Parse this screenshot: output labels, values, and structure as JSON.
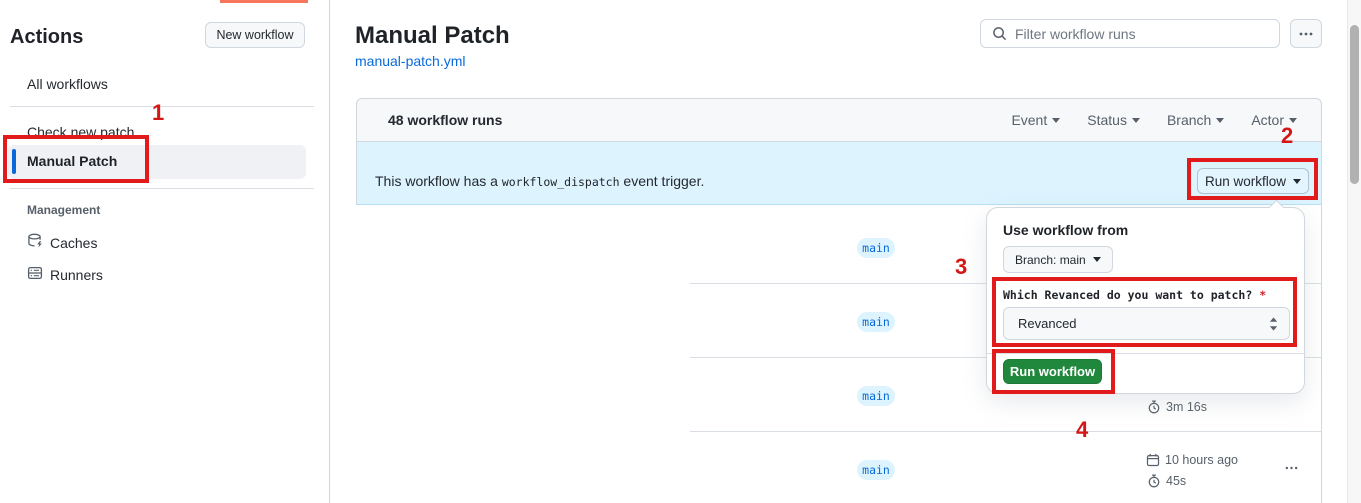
{
  "sidebar": {
    "title": "Actions",
    "new_workflow_button": "New workflow",
    "all_workflows": "All workflows",
    "workflows": [
      {
        "label": "Check new patch",
        "selected": false
      },
      {
        "label": "Manual Patch",
        "selected": true
      }
    ],
    "management": {
      "label": "Management",
      "items": [
        {
          "label": "Caches",
          "icon": "cache-icon"
        },
        {
          "label": "Runners",
          "icon": "runners-icon"
        }
      ]
    }
  },
  "header": {
    "title": "Manual Patch",
    "workflow_file": "manual-patch.yml",
    "search_placeholder": "Filter workflow runs"
  },
  "runs_card": {
    "count_label": "48 workflow runs",
    "filters": [
      {
        "label": "Event"
      },
      {
        "label": "Status"
      },
      {
        "label": "Branch"
      },
      {
        "label": "Actor"
      }
    ],
    "banner": {
      "text_before": "This workflow has a",
      "code": "workflow_dispatch",
      "text_after": "event trigger.",
      "run_workflow_button": "Run workflow"
    },
    "rows": [
      {
        "branch": "main"
      },
      {
        "branch": "main"
      },
      {
        "branch": "main",
        "duration": "3m 16s"
      },
      {
        "branch": "main",
        "date": "10 hours ago",
        "duration": "45s"
      }
    ]
  },
  "dispatch_panel": {
    "title": "Use workflow from",
    "branch_button": "Branch: main",
    "input_label": "Which Revanced do you want to patch?",
    "required_mark": "*",
    "select_value": "Revanced",
    "run_button": "Run workflow"
  },
  "annotations": {
    "step1": "1",
    "step2": "2",
    "step3": "3",
    "step4": "4"
  },
  "colors": {
    "accent_blue": "#0969da",
    "banner_blue": "#ddf4ff",
    "success_green": "#1f883d",
    "annotation_red": "#e11b1b",
    "selected_indicator": "#0969da"
  }
}
